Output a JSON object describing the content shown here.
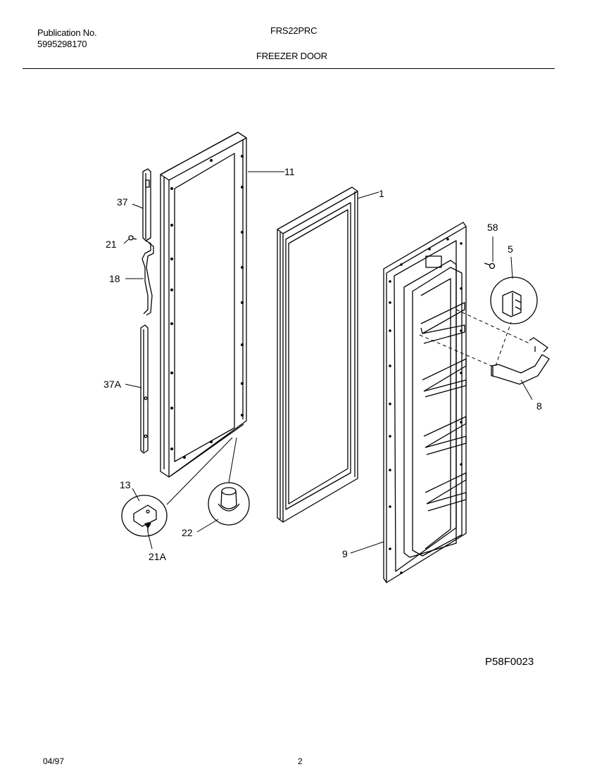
{
  "header": {
    "publication_label": "Publication No.",
    "publication_number": "5995298170",
    "model": "FRS22PRC",
    "section": "FREEZER DOOR"
  },
  "callouts": {
    "c11": "11",
    "c1": "1",
    "c37": "37",
    "c21": "21",
    "c18": "18",
    "c37a": "37A",
    "c13": "13",
    "c22": "22",
    "c21a": "21A",
    "c58": "58",
    "c5": "5",
    "c8": "8",
    "c9": "9"
  },
  "drawing_code": "P58F0023",
  "footer": {
    "date": "04/97",
    "page": "2"
  }
}
